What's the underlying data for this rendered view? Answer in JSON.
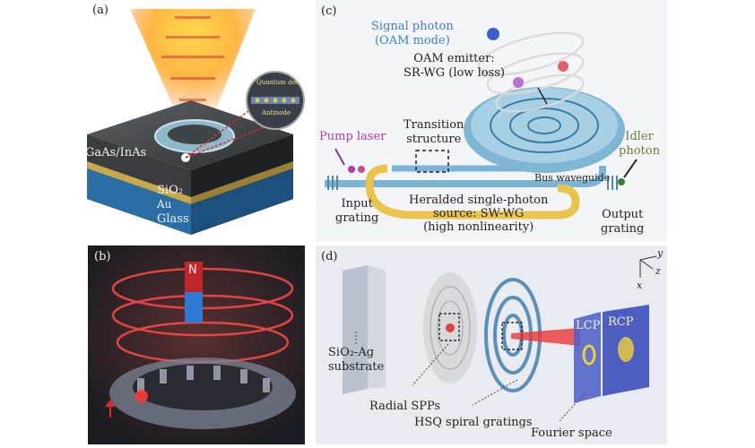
{
  "panels": {
    "a": {
      "tag": "(a)",
      "layers": [
        "GaAs/InAs",
        "SiO₂",
        "Au",
        "Glass"
      ],
      "inset": {
        "top": "Quantum dot",
        "bottom": "Antinode"
      }
    },
    "b": {
      "tag": "(b)",
      "magnet_label": "N"
    },
    "c": {
      "tag": "(c)",
      "signal_photon": [
        "Signal photon",
        "(OAM mode)"
      ],
      "oam_emitter": [
        "OAM emitter:",
        "SR-WG (low loss)"
      ],
      "pump_laser": "Pump laser",
      "transition": [
        "Transition",
        "structure"
      ],
      "idler": [
        "Idler",
        "photon"
      ],
      "bus": "Bus waveguide",
      "input_grating": [
        "Input",
        "grating"
      ],
      "heralded": [
        "Heralded single-photon",
        "source: SW-WG",
        "(high nonlinearity)"
      ],
      "output_grating": [
        "Output",
        "grating"
      ],
      "colors": {
        "signal_text": "#3f7fc2",
        "pump_text": "#b03aa6",
        "idler_text": "#6a7f34"
      }
    },
    "d": {
      "tag": "(d)",
      "substrate": [
        "SiO₂-Ag",
        "substrate"
      ],
      "radial": "Radial SPPs",
      "hsq": "HSQ spiral gratings",
      "fourier": "Fourier space",
      "lcp": "LCP",
      "rcp": "RCP",
      "axes": {
        "y": "y",
        "z": "z",
        "x": "x"
      }
    }
  }
}
